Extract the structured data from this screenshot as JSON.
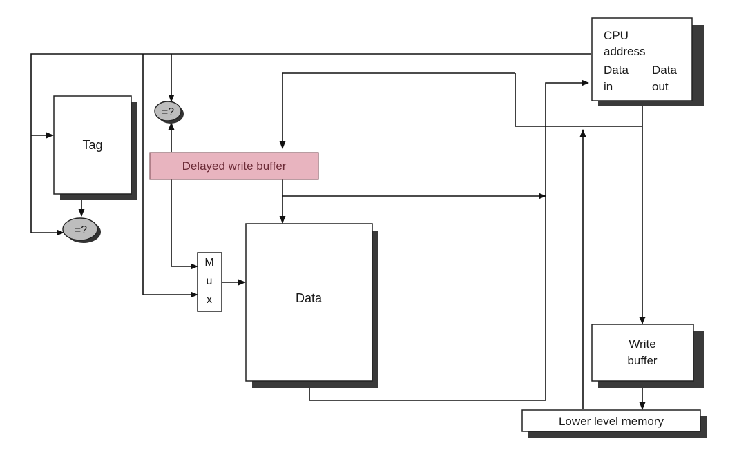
{
  "cpu": {
    "line1": "CPU",
    "line2": "address",
    "line3a": "Data",
    "line3b": "Data",
    "line4a": "in",
    "line4b": "out"
  },
  "tag": {
    "label": "Tag"
  },
  "data_block": {
    "label": "Data"
  },
  "delayed_buffer": {
    "label": "Delayed write buffer"
  },
  "write_buffer": {
    "line1": "Write",
    "line2": "buffer"
  },
  "lower_memory": {
    "label": "Lower level memory"
  },
  "mux": {
    "l1": "M",
    "l2": "u",
    "l3": "x"
  },
  "comparator_top": {
    "label": "=?"
  },
  "comparator_tag": {
    "label": "=?"
  },
  "colors": {
    "delayed_buffer_fill": "#e8b4bf",
    "delayed_buffer_text": "#6b2a36",
    "comparator_fill": "#bdbdbd"
  }
}
